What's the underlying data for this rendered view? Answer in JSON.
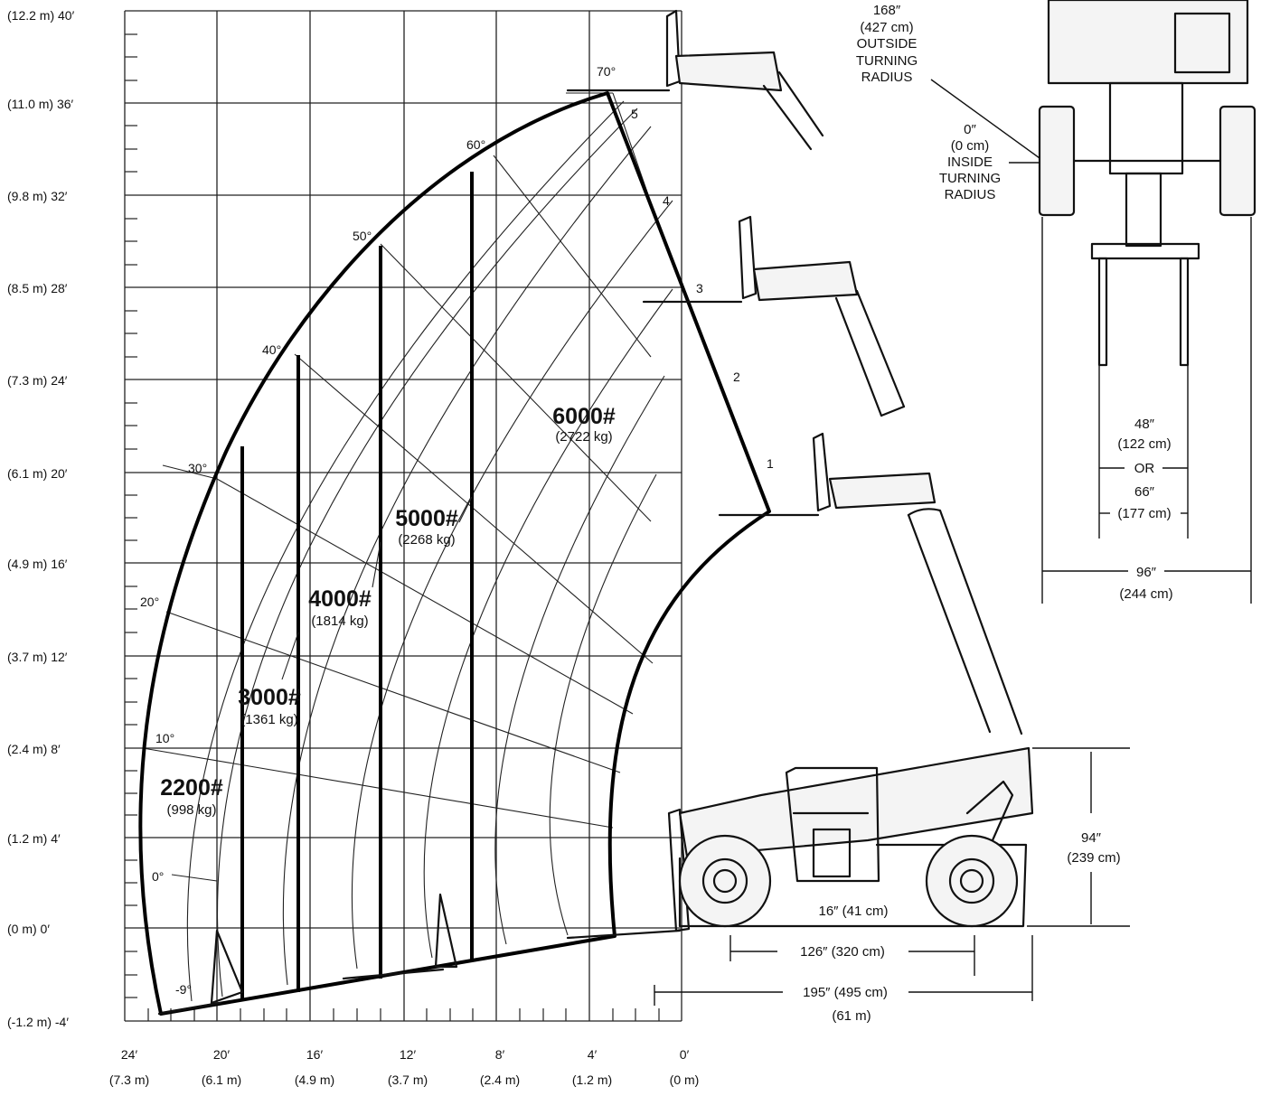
{
  "load_chart": {
    "y_axis": [
      {
        "ft": 40,
        "label": "(12.2 m) 40′"
      },
      {
        "ft": 36,
        "label": "(11.0 m) 36′"
      },
      {
        "ft": 32,
        "label": "(9.8 m) 32′"
      },
      {
        "ft": 28,
        "label": "(8.5 m) 28′"
      },
      {
        "ft": 24,
        "label": "(7.3 m) 24′"
      },
      {
        "ft": 20,
        "label": "(6.1 m) 20′"
      },
      {
        "ft": 16,
        "label": "(4.9 m) 16′"
      },
      {
        "ft": 12,
        "label": "(3.7 m) 12′"
      },
      {
        "ft": 8,
        "label": "(2.4 m) 8′"
      },
      {
        "ft": 4,
        "label": "(1.2 m) 4′"
      },
      {
        "ft": 0,
        "label": "(0 m) 0′"
      },
      {
        "ft": -4,
        "label": "(-1.2 m) -4′"
      }
    ],
    "x_axis": [
      {
        "ft": 24,
        "label": "24′",
        "metric": "(7.3 m)"
      },
      {
        "ft": 20,
        "label": "20′",
        "metric": "(6.1 m)"
      },
      {
        "ft": 16,
        "label": "16′",
        "metric": "(4.9 m)"
      },
      {
        "ft": 12,
        "label": "12′",
        "metric": "(3.7 m)"
      },
      {
        "ft": 8,
        "label": "8′",
        "metric": "(2.4 m)"
      },
      {
        "ft": 4,
        "label": "4′",
        "metric": "(1.2 m)"
      },
      {
        "ft": 0,
        "label": "0′",
        "metric": "(0 m)"
      }
    ],
    "boom_angles": [
      {
        "label": "70°"
      },
      {
        "label": "60°"
      },
      {
        "label": "50°"
      },
      {
        "label": "40°"
      },
      {
        "label": "30°"
      },
      {
        "label": "20°"
      },
      {
        "label": "10°"
      },
      {
        "label": "0°"
      },
      {
        "label": "-9°"
      }
    ],
    "extension_marks": [
      "1",
      "2",
      "3",
      "4",
      "5"
    ],
    "capacities": [
      {
        "lb": "2200#",
        "kg": "(998 kg)"
      },
      {
        "lb": "3000#",
        "kg": "(1361 kg)"
      },
      {
        "lb": "4000#",
        "kg": "(1814 kg)"
      },
      {
        "lb": "5000#",
        "kg": "(2268 kg)"
      },
      {
        "lb": "6000#",
        "kg": "(2722 kg)"
      }
    ]
  },
  "turning": {
    "outside": [
      "168″",
      "(427 cm)",
      "OUTSIDE",
      "TURNING",
      "RADIUS"
    ],
    "inside": [
      "0″",
      "(0 cm)",
      "INSIDE",
      "TURNING",
      "RADIUS"
    ]
  },
  "top_view_dims": {
    "fork_a": "48″",
    "fork_a_metric": "(122 cm)",
    "or": "OR",
    "fork_b": "66″",
    "fork_b_metric": "(177 cm)",
    "width": "96″",
    "width_metric": "(244 cm)"
  },
  "side_view_dims": {
    "height": "94″",
    "height_metric": "(239 cm)",
    "clearance": "16″ (41 cm)",
    "wheelbase": "126″ (320 cm)",
    "length": "195″ (495 cm)",
    "length_extra": "(61 m)"
  }
}
